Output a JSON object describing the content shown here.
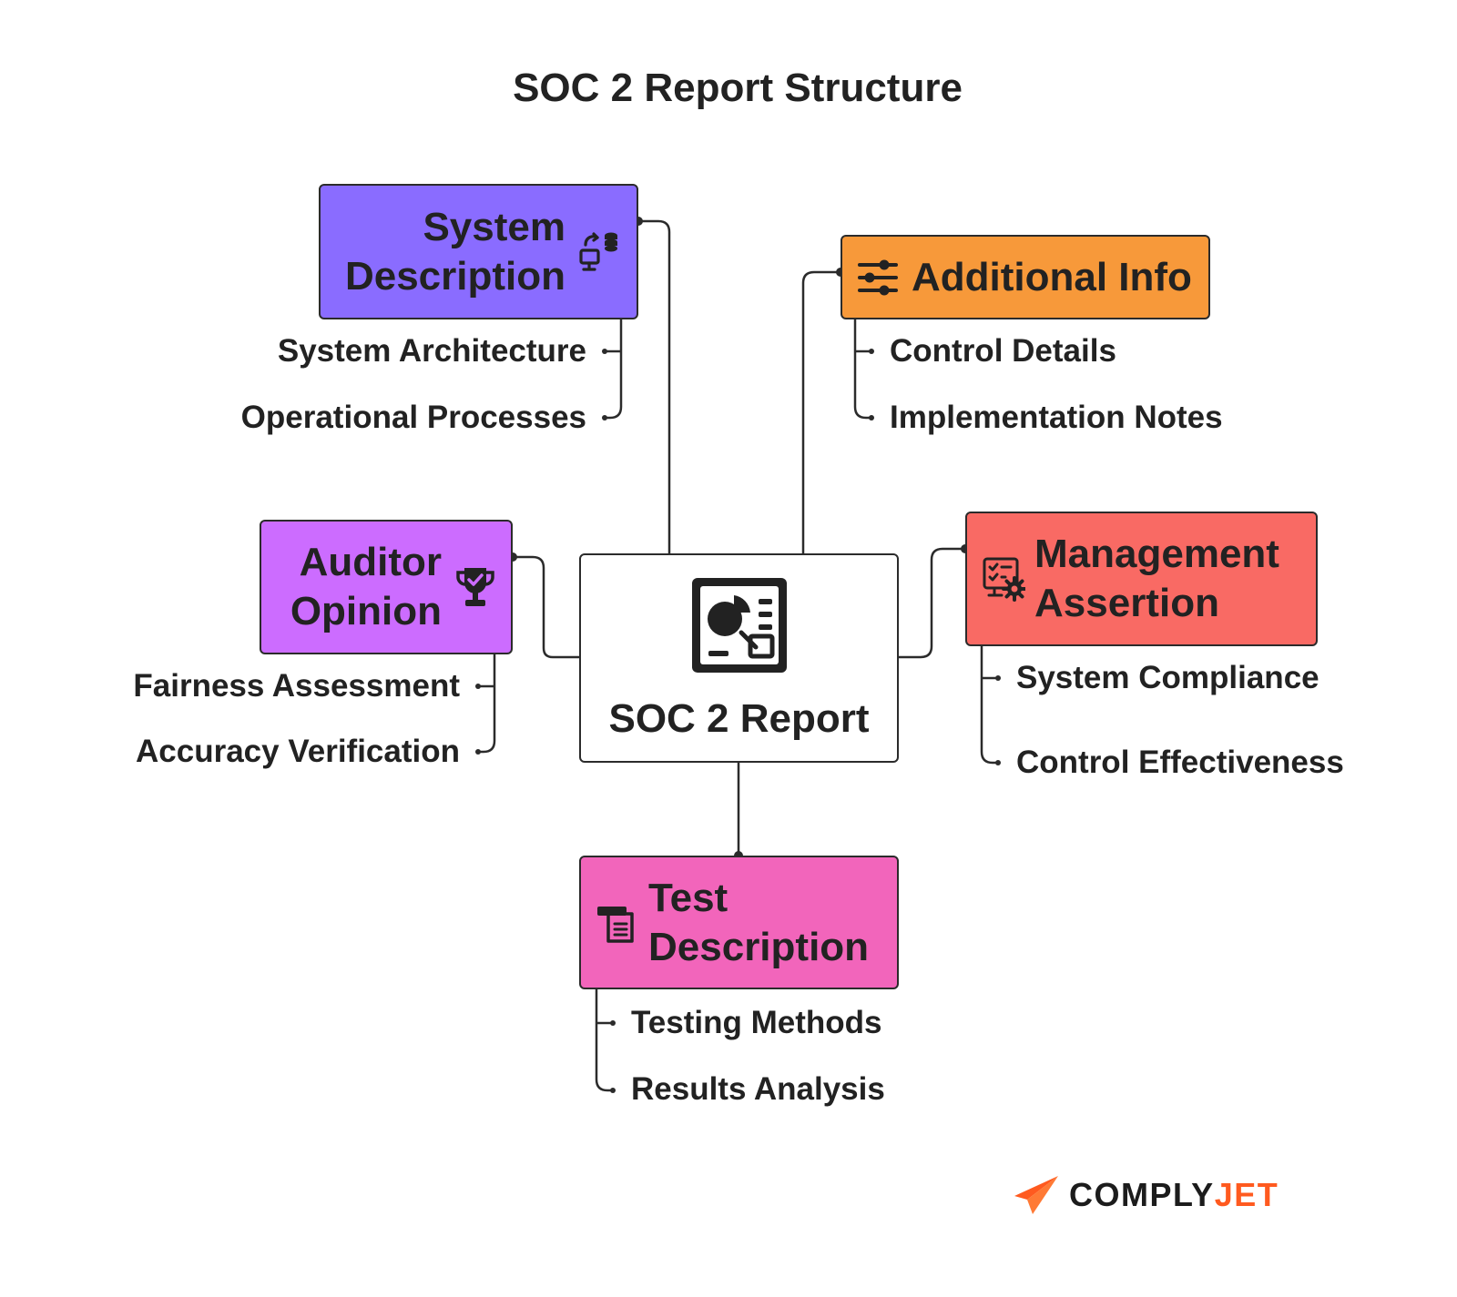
{
  "title": "SOC 2 Report Structure",
  "center": {
    "label": "SOC 2 Report",
    "icon": "report-dashboard-icon"
  },
  "branches": {
    "system_description": {
      "title_lines": [
        "System",
        "Description"
      ],
      "color": "#8a6cff",
      "icon": "system-database-icon",
      "items": [
        "System Architecture",
        "Operational Processes"
      ]
    },
    "additional_info": {
      "title": "Additional Info",
      "color": "#f7993a",
      "icon": "sliders-icon",
      "items": [
        "Control Details",
        "Implementation Notes"
      ]
    },
    "auditor_opinion": {
      "title_lines": [
        "Auditor",
        "Opinion"
      ],
      "color": "#cc6cff",
      "icon": "trophy-check-icon",
      "items": [
        "Fairness Assessment",
        "Accuracy Verification"
      ]
    },
    "management_assertion": {
      "title_lines": [
        "Management",
        "Assertion"
      ],
      "color": "#f96a64",
      "icon": "checklist-gear-icon",
      "items": [
        "System Compliance",
        "Control Effectiveness"
      ]
    },
    "test_description": {
      "title_lines": [
        "Test",
        "Description"
      ],
      "color": "#f265bb",
      "icon": "document-list-icon",
      "items": [
        "Testing Methods",
        "Results Analysis"
      ]
    }
  },
  "brand": {
    "part1": "COMPLY",
    "part2": "JET",
    "icon": "paper-plane-icon",
    "accent": "#ff5a1f"
  }
}
